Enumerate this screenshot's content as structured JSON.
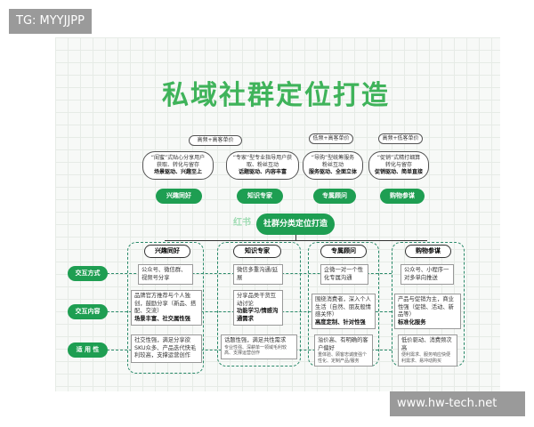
{
  "title": "私域社群定位打造",
  "tags": [
    "高频+高客单价",
    "低频+高客单价",
    "高频+低客单价"
  ],
  "bubbles": [
    {
      "text": "“闺蜜”式贴心分享用户获取、转化与留存",
      "bold": "场景驱动、兴趣至上"
    },
    {
      "text": "“专家”型专业指导用户获取、粉丝互动",
      "bold": "话题驱动、内容丰富"
    },
    {
      "text": "“导购”型统筹服务粉丝互动",
      "bold": "服务驱动、全面立体"
    },
    {
      "text": "“促销”式精打细算转化与留存",
      "bold": "促销驱动、简单直接"
    }
  ],
  "types": [
    "兴趣同好",
    "知识专家",
    "专属顾问",
    "购物参谋"
  ],
  "center": "社群分类定位打造",
  "watermark_center": "红书",
  "row_labels": [
    "交互方式",
    "交互内容",
    "适 用 性"
  ],
  "cells": [
    [
      {
        "text": "公众号、微信群、视频号分享"
      },
      {
        "text": "品牌官方推荐与个人独创，鼓励分享（新品、搭配、交流）",
        "bold": "场景丰富、社交属性强"
      },
      {
        "text": "社交性强，满足分享欲SKU众多、产品迭代快毛利较高，支撑运营创作"
      }
    ],
    [
      {
        "text": "微信多重沟通/延展"
      },
      {
        "text": "分享品类干货互动讨论",
        "bold": "功能学习/情感沟通需求"
      },
      {
        "text": "话题性强，满足共性需求",
        "small": "专业性强、深耕单一领域毛利较高、支撑运营创作"
      }
    ],
    [
      {
        "text": "企微一对一个性化专属沟通"
      },
      {
        "text": "围绕消费者，深入个人生活（自然、朋友般情感关怀）",
        "bold": "高度定制、针对性强"
      },
      {
        "text": "溢价高、有明确的客户偏好",
        "small": "重体验、顾客忠诚度强个性化、定制产品/服务"
      }
    ],
    [
      {
        "text": "公众号、小程序一对多单向推送"
      },
      {
        "text": "产品与促销为主，商业性强（促销、活动、新品等）",
        "bold": "标准化服务"
      },
      {
        "text": "低价驱动、消费频次高",
        "small": "便利需求、服务响应快便利需求、易冲动购买"
      }
    ]
  ],
  "watermarks": {
    "top_left": "TG: MYYJJPP",
    "bottom_right": "www.hw-tech.net"
  },
  "colors": {
    "green": "#1e9e52",
    "title": "#3fb35a"
  }
}
